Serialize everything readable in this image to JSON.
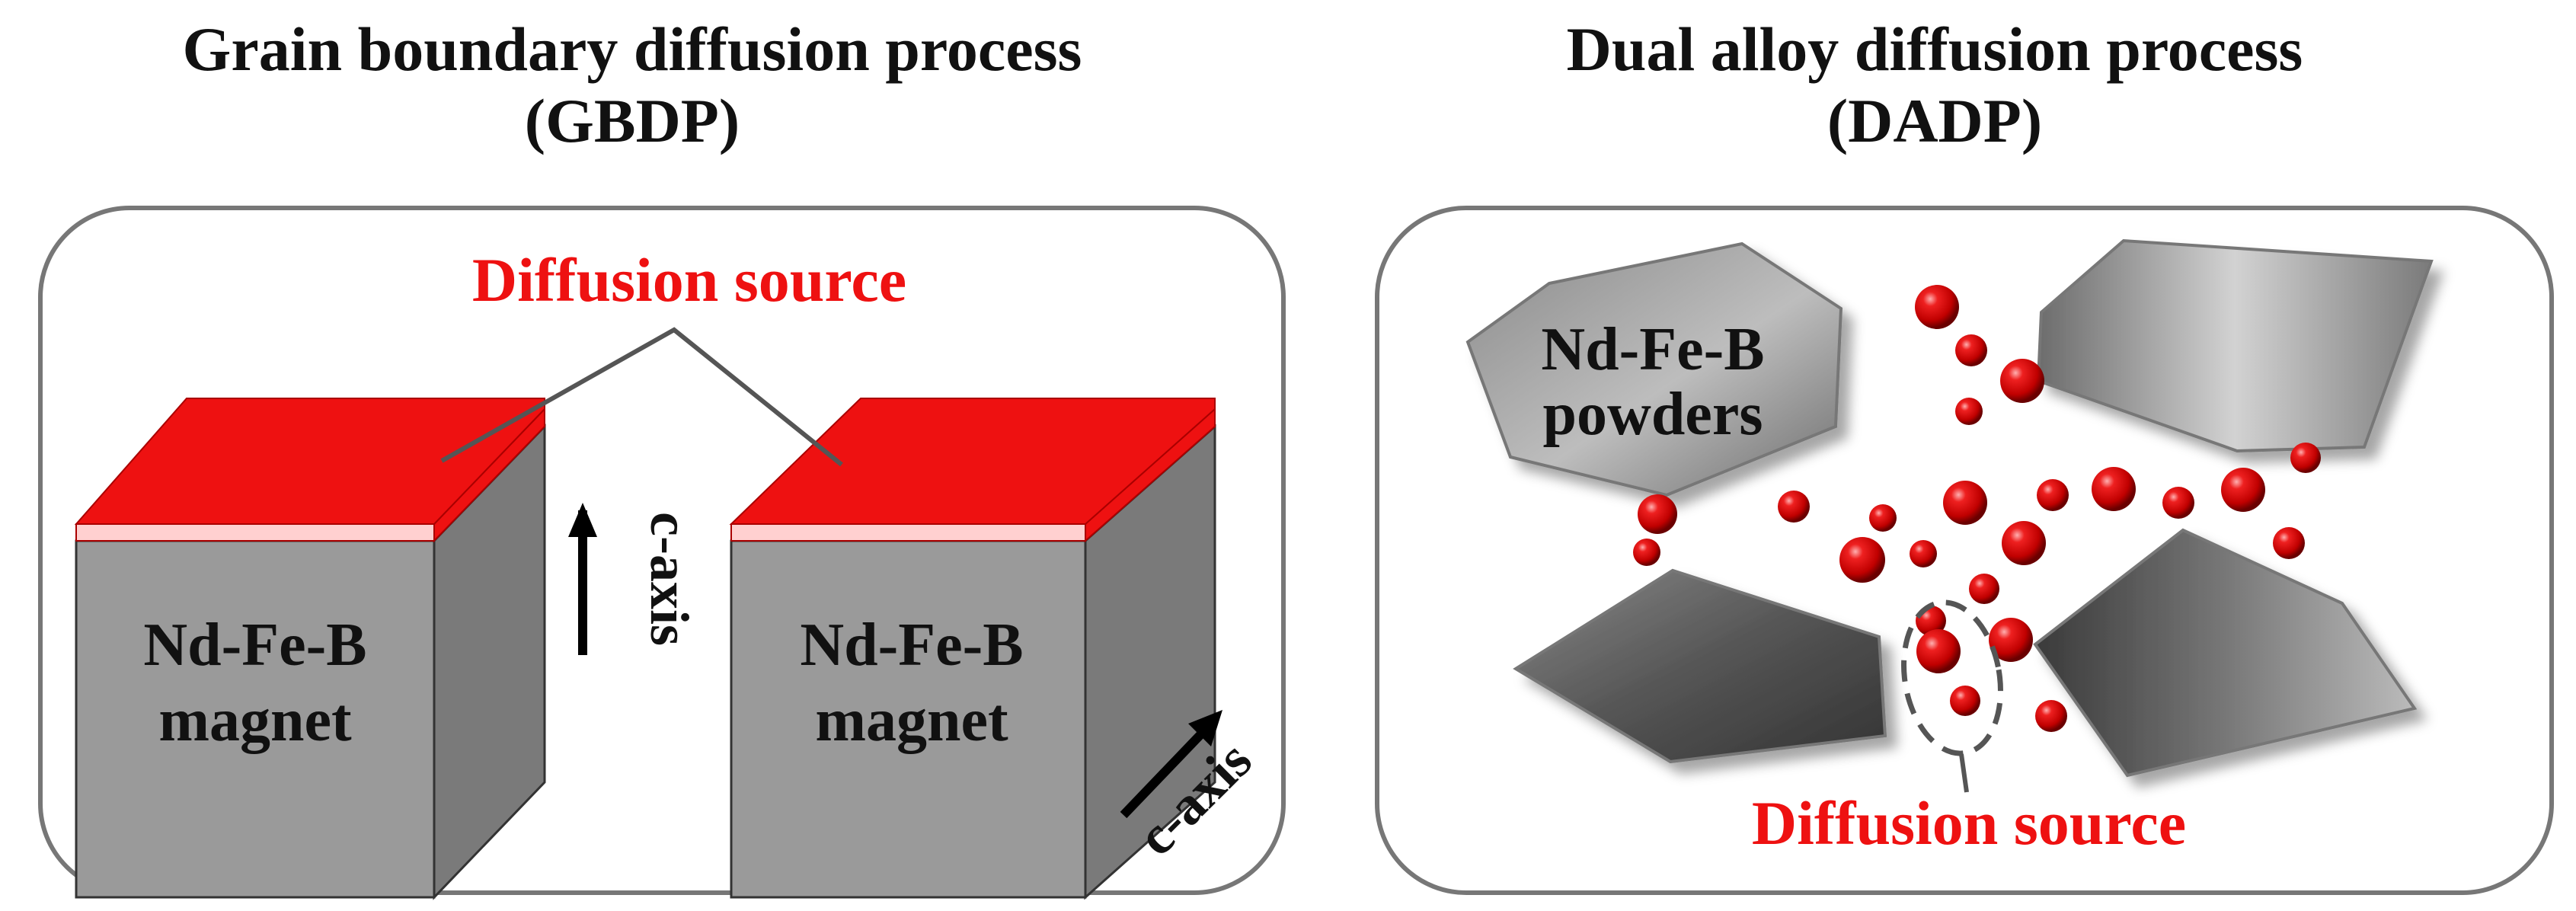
{
  "left_panel": {
    "title_line1": "Grain boundary diffusion process",
    "title_line2": "(GBDP)",
    "source_label": "Diffusion source",
    "magnet1_line1": "Nd-Fe-B",
    "magnet1_line2": "magnet",
    "magnet2_line1": "Nd-Fe-B",
    "magnet2_line2": "magnet",
    "axis1_label": "c-axis",
    "axis2_label": "c-axis"
  },
  "right_panel": {
    "title_line1": "Dual alloy diffusion process",
    "title_line2": "(DADP)",
    "powder_line1": "Nd-Fe-B",
    "powder_line2": "powders",
    "source_label": "Diffusion source"
  },
  "colors": {
    "diffusion_red": "#ee1111",
    "magnet_gray": "#9a9a9a",
    "outline": "#777777"
  }
}
